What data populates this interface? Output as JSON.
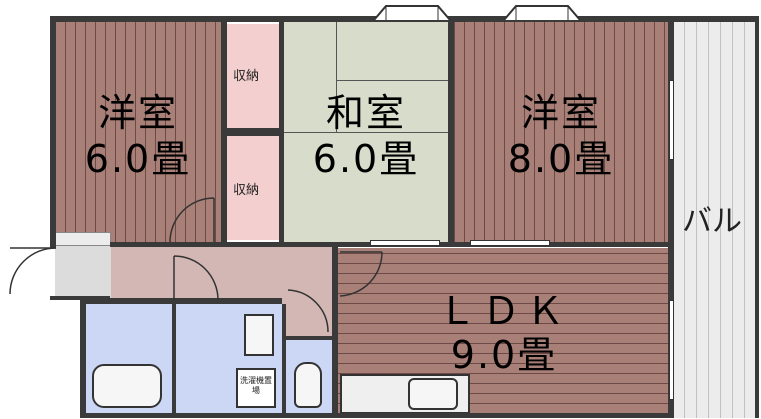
{
  "rooms": {
    "western_left": {
      "name": "洋室",
      "size": "6.0畳"
    },
    "japanese": {
      "name": "和室",
      "size": "6.0畳"
    },
    "western_right": {
      "name": "洋室",
      "size": "8.0畳"
    },
    "ldk": {
      "name": "ＬＤＫ",
      "size": "9.0畳"
    }
  },
  "closets": {
    "upper": "収納",
    "lower": "収納"
  },
  "balcony": "バル",
  "washer_label": "洗濯機置場",
  "colors": {
    "wood": "#a88078",
    "tatami": "#d8dccb",
    "closet": "#f4cfd0",
    "hallway": "#d3b7b4",
    "bathroom": "#ccd6f5",
    "wall": "#3a3a3a"
  }
}
